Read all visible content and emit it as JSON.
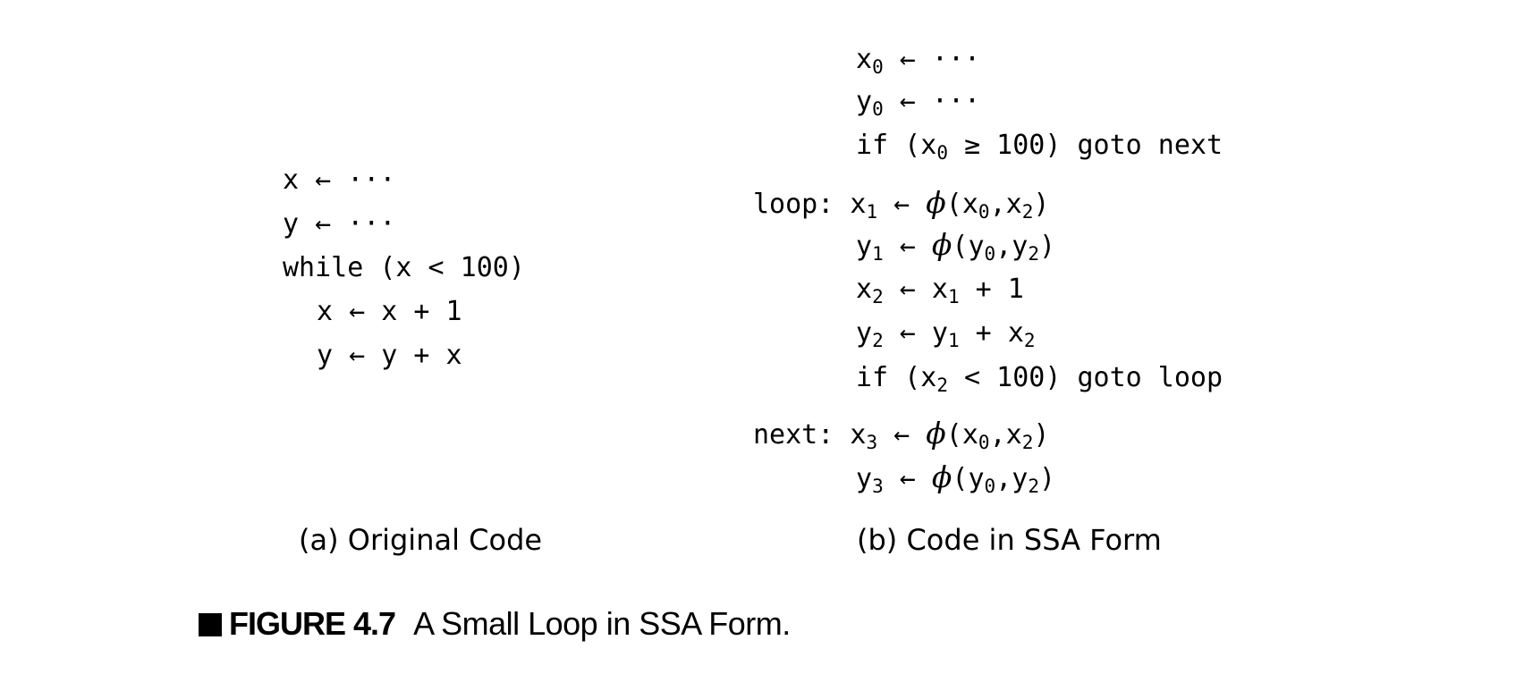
{
  "original": {
    "lines": [
      {
        "var": "x",
        "rhs": "···"
      },
      {
        "var": "y",
        "rhs": "···"
      },
      {
        "text": "while (x < 100)"
      },
      {
        "var": "x",
        "rhs": "x + 1"
      },
      {
        "var": "y",
        "rhs": "y + x"
      }
    ],
    "arrow": "←",
    "caption": "(a) Original Code"
  },
  "ssa": {
    "arrow": "←",
    "phi": "ϕ",
    "labels": {
      "loop": "loop:",
      "next": "next:"
    },
    "dots": "···",
    "caption": "(b) Code in SSA Form",
    "if1": {
      "head": "if (x",
      "sub": "0",
      "op": " ≥ 100) goto next"
    },
    "if2": {
      "head": "if (x",
      "sub": "2",
      "op": " < 100) goto loop"
    },
    "plus1": " + 1",
    "plus": " + "
  },
  "figure": {
    "label": "FIGURE 4.7",
    "title": "A Small Loop in SSA Form."
  }
}
